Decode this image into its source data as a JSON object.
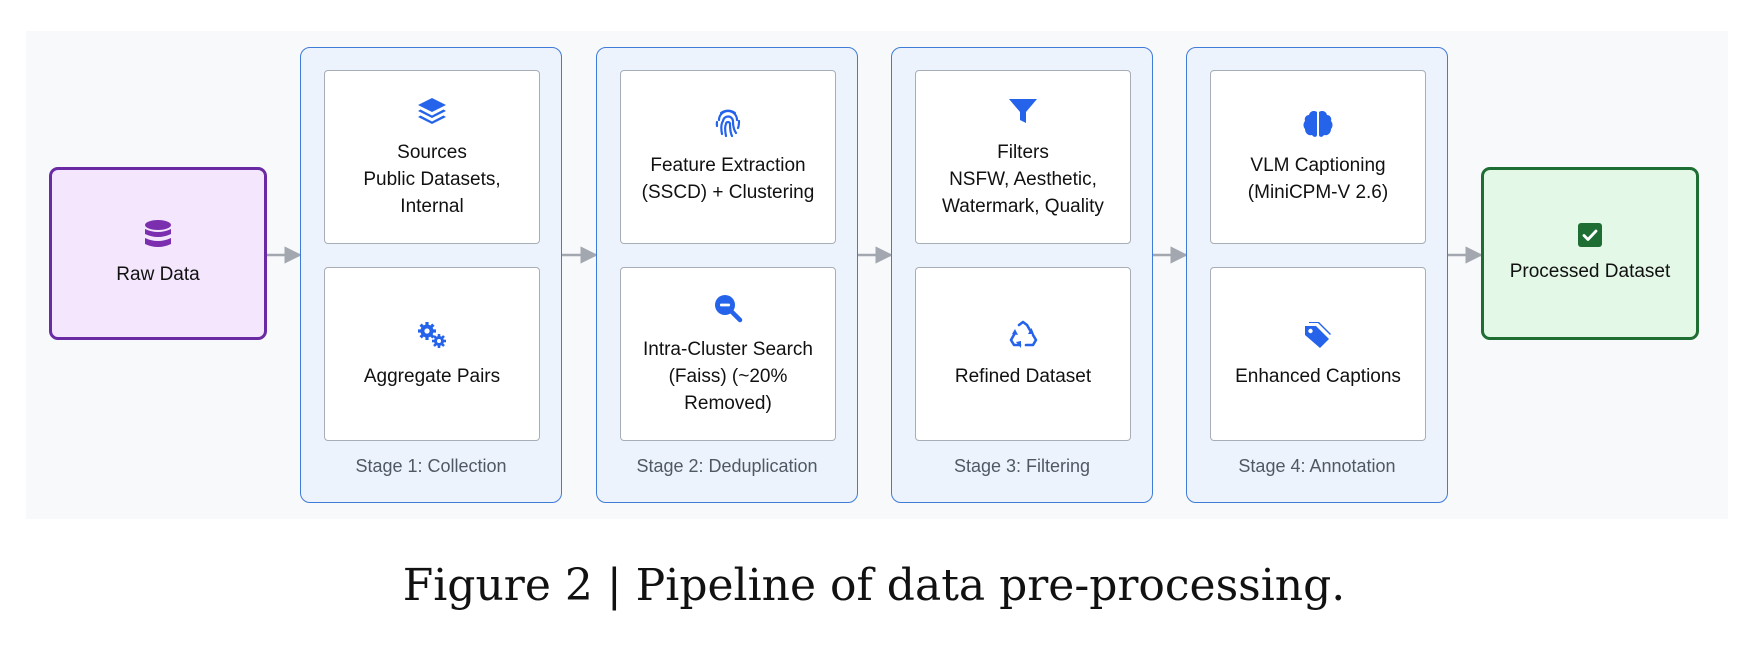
{
  "colors": {
    "stage_accent": "#3f7bd8",
    "stage_fill": "#edf3fc",
    "connector": "#a3a8b0",
    "raw_border": "#6a2aa3",
    "raw_fill": "#f4e6fd",
    "raw_icon": "#7b2fae",
    "processed_border": "#1e6e33",
    "processed_fill": "#e3f8e7",
    "processed_icon": "#1e6e33",
    "icon_blue": "#2563eb"
  },
  "raw_data": {
    "label": "Raw Data",
    "icon": "database-icon"
  },
  "processed": {
    "label": "Processed Dataset",
    "icon": "square-check-icon"
  },
  "stages": [
    {
      "title": "Stage 1: Collection",
      "top": {
        "lines": [
          "Sources",
          "Public Datasets,",
          "Internal"
        ],
        "icon": "layer-group-icon"
      },
      "bottom": {
        "lines": [
          "Aggregate Pairs"
        ],
        "icon": "gears-icon"
      }
    },
    {
      "title": "Stage 2: Deduplication",
      "top": {
        "lines": [
          "Feature Extraction",
          "(SSCD) + Clustering"
        ],
        "icon": "fingerprint-icon"
      },
      "bottom": {
        "lines": [
          "Intra-Cluster Search",
          "(Faiss) (~20%",
          "Removed)"
        ],
        "icon": "magnifying-glass-minus-icon"
      }
    },
    {
      "title": "Stage 3: Filtering",
      "top": {
        "lines": [
          "Filters",
          "NSFW, Aesthetic,",
          "Watermark, Quality"
        ],
        "icon": "filter-icon"
      },
      "bottom": {
        "lines": [
          "Refined Dataset"
        ],
        "icon": "recycle-icon"
      }
    },
    {
      "title": "Stage 4: Annotation",
      "top": {
        "lines": [
          "VLM Captioning",
          "(MiniCPM-V 2.6)"
        ],
        "icon": "brain-icon"
      },
      "bottom": {
        "lines": [
          "Enhanced Captions"
        ],
        "icon": "tags-icon"
      }
    }
  ],
  "caption": "Figure 2 | Pipeline of data pre-processing."
}
